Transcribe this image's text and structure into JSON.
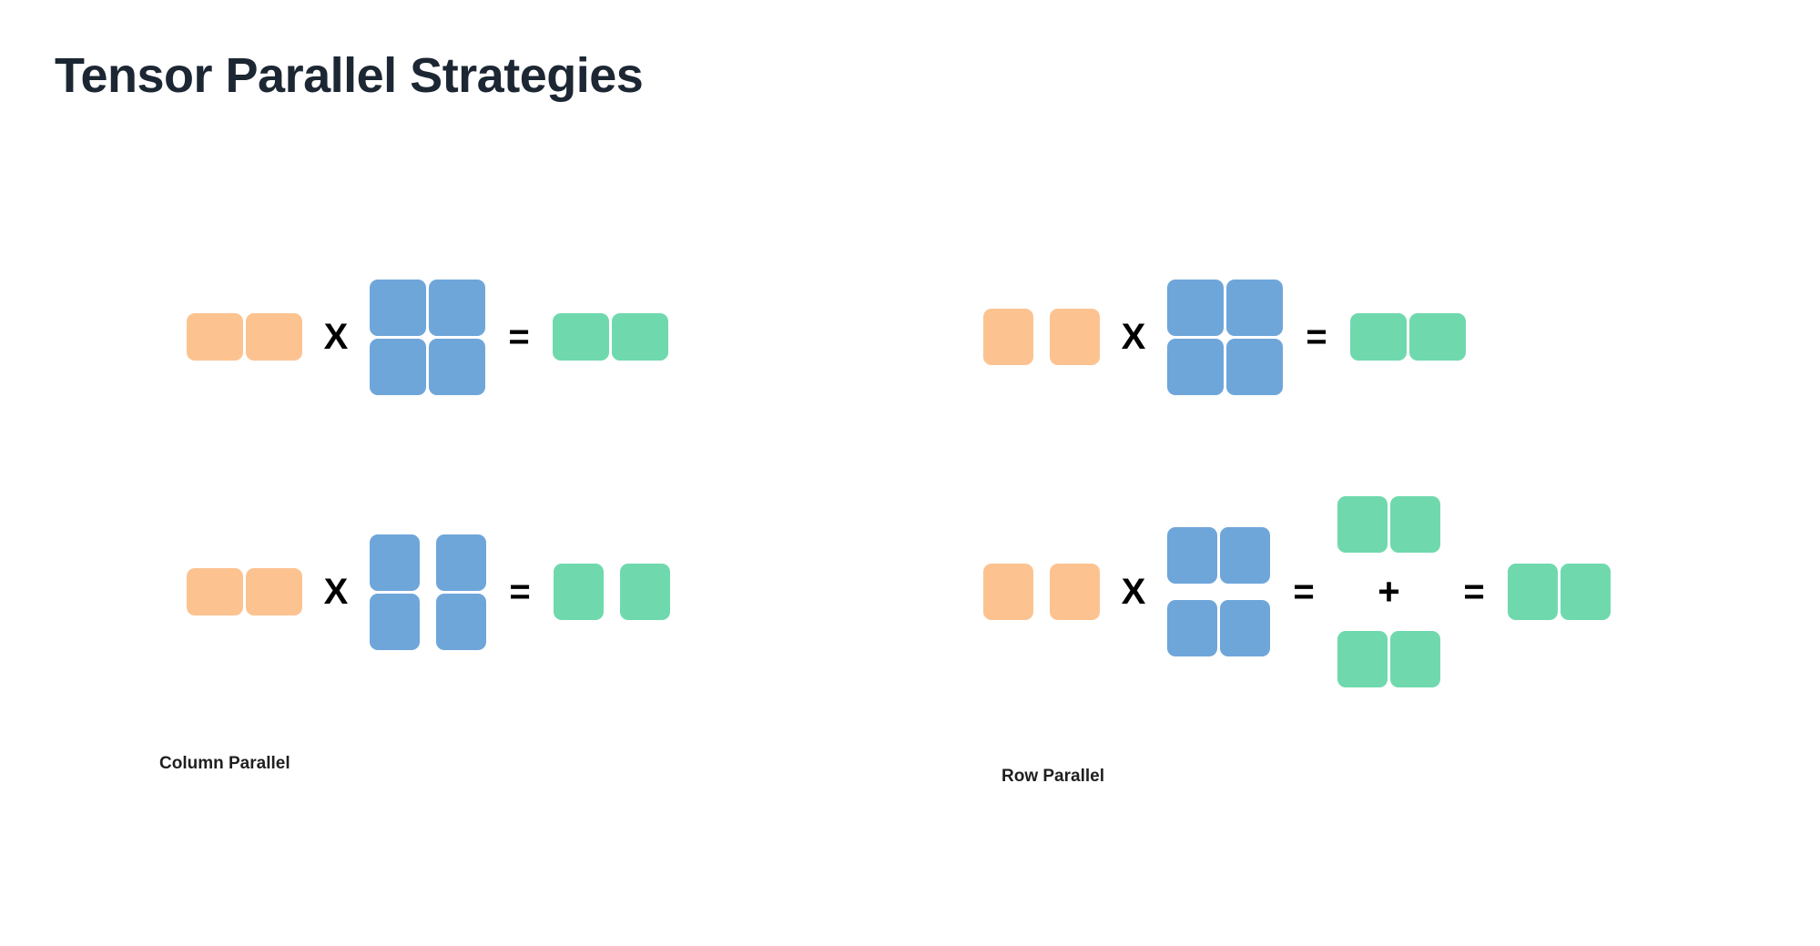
{
  "title": "Tensor Parallel Strategies",
  "colors": {
    "background": "#ffffff",
    "title_text": "#1c2733",
    "label_text": "#1f1f1f",
    "input_activation_orange": "#fcc391",
    "weight_blue": "#6fa6da",
    "output_green": "#6fd9ad",
    "operator_black": "#000000"
  },
  "operators": {
    "multiply": "X",
    "equals": "=",
    "plus": "+"
  },
  "panels": {
    "column_parallel": {
      "label": "Column Parallel",
      "rows": [
        {
          "name": "unsharded",
          "input": {
            "color": "orange",
            "rows": 1,
            "cols": 2,
            "shard": "none"
          },
          "weight": {
            "color": "blue",
            "rows": 2,
            "cols": 2,
            "shard": "none"
          },
          "output": {
            "color": "green",
            "rows": 1,
            "cols": 2,
            "shard": "none"
          }
        },
        {
          "name": "sharded",
          "input": {
            "color": "orange",
            "rows": 1,
            "cols": 2,
            "shard": "none"
          },
          "weight": {
            "color": "blue",
            "rows": 2,
            "cols": 2,
            "shard": "columns"
          },
          "output": {
            "color": "green",
            "rows": 1,
            "cols": 2,
            "shard": "columns"
          }
        }
      ]
    },
    "row_parallel": {
      "label": "Row Parallel",
      "rows": [
        {
          "name": "unsharded",
          "input": {
            "color": "orange",
            "rows": 1,
            "cols": 2,
            "shard": "columns"
          },
          "weight": {
            "color": "blue",
            "rows": 2,
            "cols": 2,
            "shard": "none"
          },
          "output": {
            "color": "green",
            "rows": 1,
            "cols": 2,
            "shard": "none"
          }
        },
        {
          "name": "sharded",
          "input": {
            "color": "orange",
            "rows": 1,
            "cols": 2,
            "shard": "columns"
          },
          "weight": {
            "color": "blue",
            "rows": 2,
            "cols": 2,
            "shard": "rows"
          },
          "partials": [
            {
              "color": "green",
              "rows": 1,
              "cols": 2,
              "shard": "none"
            },
            {
              "color": "green",
              "rows": 1,
              "cols": 2,
              "shard": "none"
            }
          ],
          "output": {
            "color": "green",
            "rows": 1,
            "cols": 2,
            "shard": "none"
          }
        }
      ]
    }
  }
}
